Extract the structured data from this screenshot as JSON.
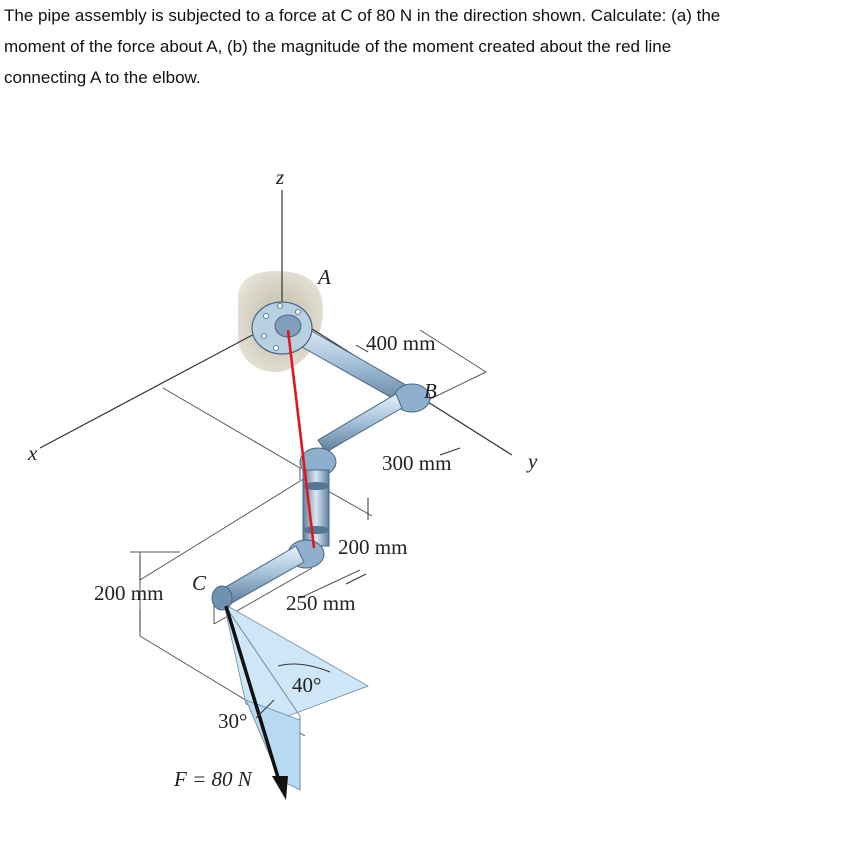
{
  "problem": {
    "lines": [
      "The pipe assembly is subjected to a force at C of 80 N in the direction shown.  Calculate: (a) the",
      "moment of the force about A, (b) the magnitude of the moment created about the red line",
      "connecting A to the elbow."
    ]
  },
  "figure": {
    "axes": {
      "x": "x",
      "y": "y",
      "z": "z"
    },
    "points": {
      "A": "A",
      "B": "B",
      "C": "C"
    },
    "dimensions": {
      "d400": "400 mm",
      "d300": "300 mm",
      "d200_vertical": "200 mm",
      "d250": "250 mm",
      "d200_left": "200 mm"
    },
    "angles": {
      "a40": "40°",
      "a30": "30°"
    },
    "force_label": "F = 80 N",
    "colors": {
      "pipe": "#a9c4dc",
      "pipe_dark": "#5d7f9c",
      "force_plane": "#cfe6f7",
      "red_line": "#e3161b",
      "wall_shadow": "#c9c3b3"
    }
  }
}
